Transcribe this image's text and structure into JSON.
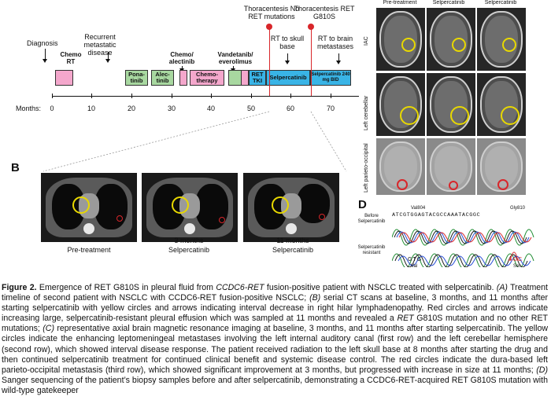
{
  "panelA": {
    "events": {
      "diagnosis": "Diagnosis",
      "recurrent": "Recurrent metastatic disease",
      "thoracentesis1": "Thoracentesis No RET mutations",
      "thoracentesis2": "Thoracentesis RET G810S",
      "rt_skull": "RT to skull base",
      "rt_brain": "RT to brain metastases"
    },
    "treatments": {
      "chemo_rt": "Chemo RT",
      "chemo_alectinib": "Chemo/ alectinib",
      "vandetanib": "Vandetanib/ everolimus",
      "ponatinib": "Pona- tinib",
      "alectinib": "Alec- tinib",
      "chemotherapy": "Chemo- therapy",
      "ret_tki": "RET TKI",
      "selpercatinib": "Selpercatinib",
      "selpercatinib_bid": "Selpercatinib 240 mg BID"
    },
    "axis": {
      "label": "Months:",
      "ticks": [
        "0",
        "10",
        "20",
        "30",
        "40",
        "50",
        "60",
        "70"
      ]
    }
  },
  "panelB": {
    "letter": "B",
    "captions": {
      "pre": "Pre-treatment",
      "m3": "3 months Selpercatinib",
      "m11": "11 months Selpercatinib"
    }
  },
  "panelC": {
    "columns": [
      "Pre-treatment",
      "Selpercatinib",
      "Selpercatinib"
    ],
    "rows": [
      "IAC",
      "Left cerebellar",
      "Left parieto-occipital"
    ]
  },
  "panelD": {
    "letter": "D",
    "before": "Before Selpercatinib",
    "resistant": "Selpercatinib resistant",
    "val804": "Val804",
    "gly810": "Gly810",
    "sequence": "ATCGTGGAGTACGCCAAATACGGC",
    "codon_left": "GTG",
    "codon_right": "AGC",
    "aa_left": "Val",
    "aa_right": "Ser"
  },
  "caption": {
    "lead": "Figure 2.",
    "text_parts": [
      " Emergence of RET G810S in pleural fluid from ",
      "CCDC6-RET",
      " fusion-positive patient with NSCLC treated with selpercatinib. ",
      "(A)",
      " Treatment timeline of second patient with NSCLC with CCDC6-RET fusion-positive NSCLC; ",
      "(B)",
      " serial CT scans at baseline, 3 months, and 11 months after starting selpercatinib with yellow circles and arrows indicating interval decrease in right hilar lymphadenopathy. Red circles and arrows indicate increasing large, selpercatinib-resistant pleural effusion which was sampled at 11 months and revealed a ",
      "RET",
      " G810S mutation and no other RET mutations; ",
      "(C)",
      " representative axial brain magnetic resonance imaging at baseline, 3 months, and 11 months after starting selpercatinib. The yellow circles indicate the enhancing leptomeningeal metastases involving the left internal auditory canal (first row) and the left cerebellar hemisphere (second row), which showed interval disease response. The patient received radiation to the left skull base at 8 months after starting the drug and then continued selpercatinib treatment for continued clinical benefit and systemic disease control. The red circles indicate the dura-based left parieto-occipital metastasis (third row), which showed significant improvement at 3 months, but progressed with increase in size at 11 months; ",
      "(D)",
      " Sanger sequencing of the patient’s biopsy samples before and after selpercatinib, demonstrating a CCDC6-RET-acquired RET G810S mutation with wild-type gatekeeper"
    ]
  },
  "colors": {
    "pink": "#f4a7cc",
    "green": "#a8d8a0",
    "blue": "#39b4e6",
    "yellow": "#e8d800",
    "red": "#d8262a"
  }
}
